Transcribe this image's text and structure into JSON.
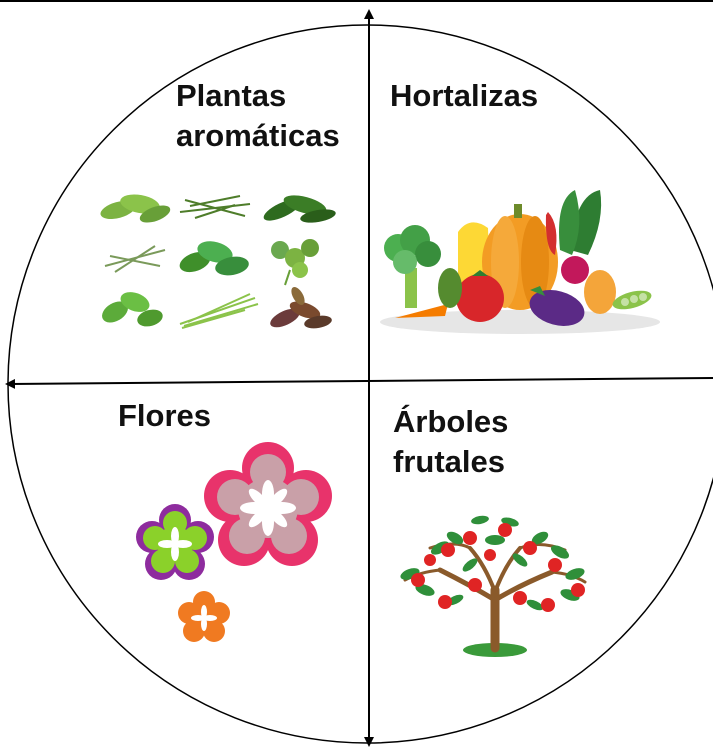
{
  "quadrants": {
    "top_left": {
      "line1": "Plantas",
      "line2": "aromáticas",
      "icon": "herbs-illustration"
    },
    "top_right": {
      "line1": "Hortalizas",
      "icon": "vegetables-illustration"
    },
    "bottom_left": {
      "line1": "Flores",
      "icon": "flowers-illustration"
    },
    "bottom_right": {
      "line1": "Árboles",
      "line2": "frutales",
      "icon": "fruit-tree-illustration"
    }
  },
  "colors": {
    "outline": "#000000",
    "herb_green": "#4f9a2e",
    "pumpkin_orange": "#f39c24",
    "tomato_red": "#d8262a",
    "eggplant_purple": "#5b2a86",
    "flower_pink": "#e8336b",
    "flower_pink_inner": "#c9a0a8",
    "flower_purple": "#8e2c9e",
    "flower_green": "#8bd12a",
    "flower_orange": "#f07a21",
    "tree_trunk": "#8a5a2b",
    "apple_red": "#e02424",
    "leaf_green": "#2f8f3a"
  }
}
